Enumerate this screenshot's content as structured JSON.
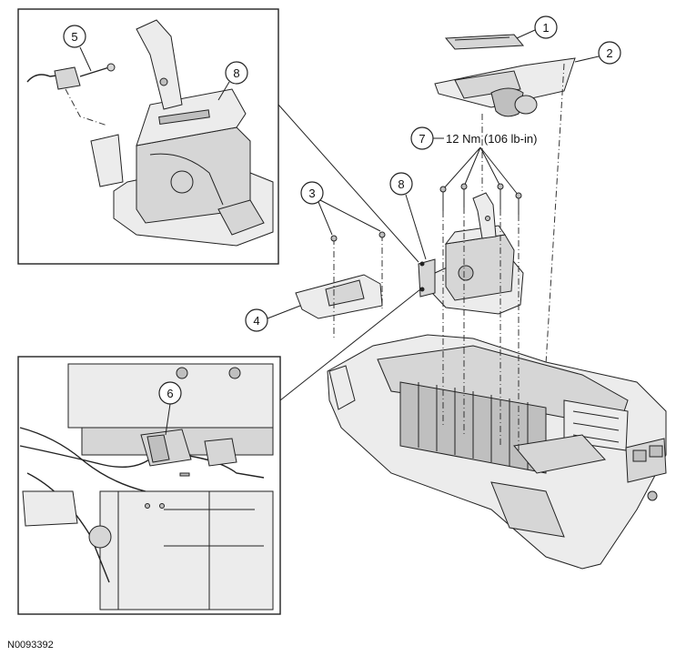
{
  "figure_id": "N0093392",
  "callouts": {
    "c1": "1",
    "c2": "2",
    "c3": "3",
    "c4": "4",
    "c5": "5",
    "c6": "6",
    "c7": "7",
    "c8_main": "8",
    "c8_inset": "8"
  },
  "torque_spec": "12 Nm (106 lb-in)"
}
